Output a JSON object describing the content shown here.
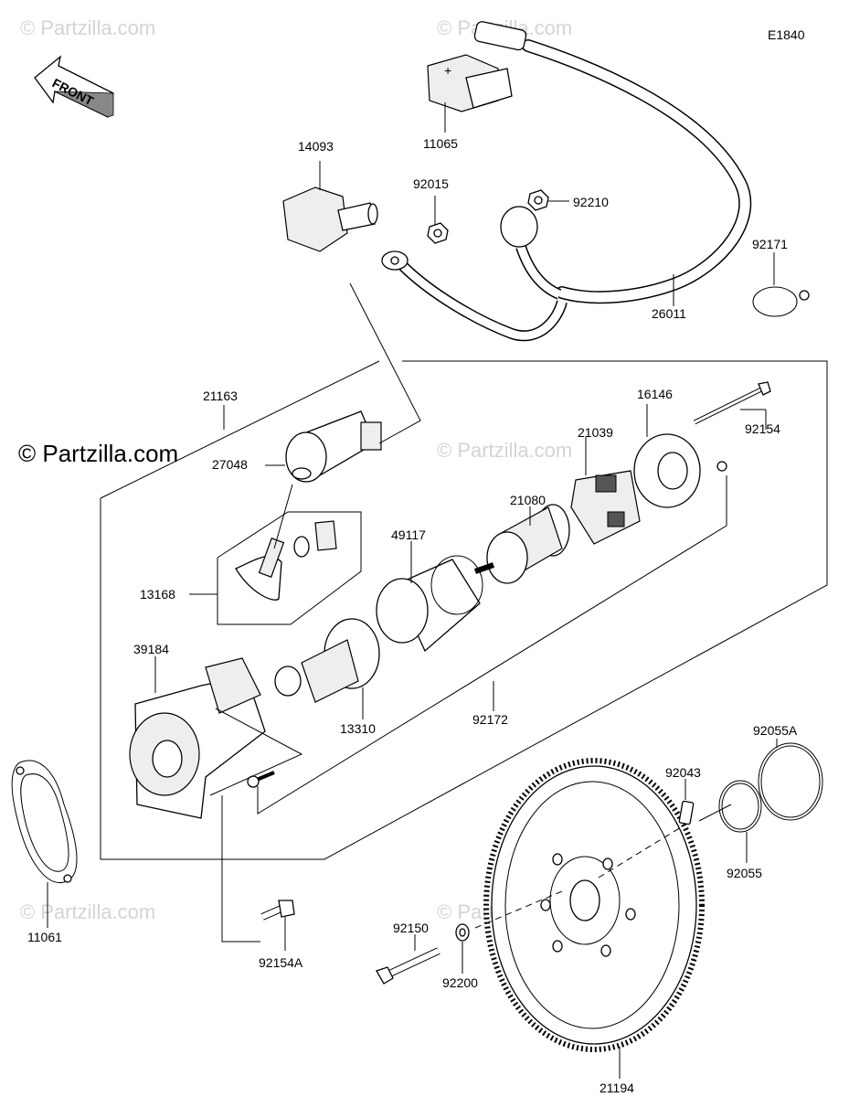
{
  "diagram": {
    "code": "E1840",
    "front_label": "FRONT",
    "watermark": "© Partzilla.com"
  },
  "parts": {
    "p11065": "11065",
    "p14093": "14093",
    "p92015": "92015",
    "p92210": "92210",
    "p92171": "92171",
    "p26011": "26011",
    "p21163": "21163",
    "p16146": "16146",
    "p92154": "92154",
    "p21039": "21039",
    "p27048": "27048",
    "p21080": "21080",
    "p49117": "49117",
    "p13168": "13168",
    "p39184": "39184",
    "p13310": "13310",
    "p92172": "92172",
    "p92055A": "92055A",
    "p92043": "92043",
    "p92055": "92055",
    "p11061": "11061",
    "p92150": "92150",
    "p92154A": "92154A",
    "p92200": "92200",
    "p21194": "21194"
  }
}
